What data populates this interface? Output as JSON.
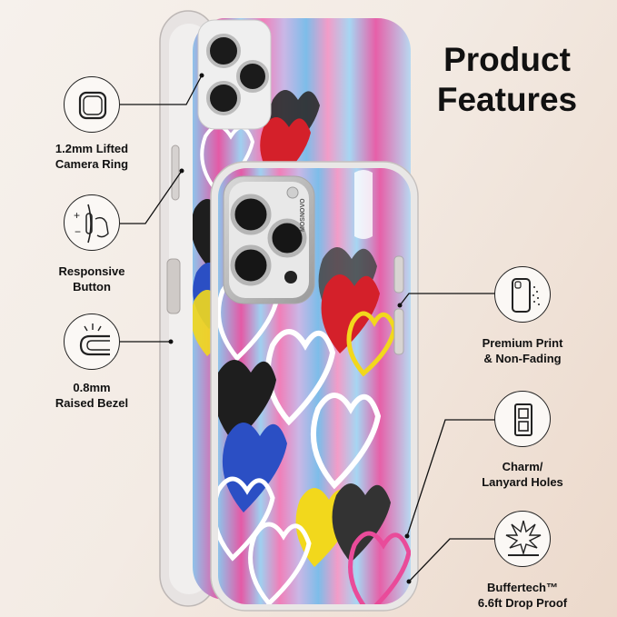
{
  "title": {
    "line1": "Product",
    "line2": "Features"
  },
  "features_left": [
    {
      "icon": "camera-ring-icon",
      "label": "1.2mm Lifted\nCamera Ring"
    },
    {
      "icon": "button-icon",
      "label": "Responsive\nButton"
    },
    {
      "icon": "bezel-icon",
      "label": "0.8mm\nRaised Bezel"
    }
  ],
  "features_right": [
    {
      "icon": "print-icon",
      "label": "Premium Print\n& Non-Fading"
    },
    {
      "icon": "lanyard-hole-icon",
      "label": "Charm/\nLanyard Holes"
    },
    {
      "icon": "drop-proof-icon",
      "label": "Buffertech™\n6.6ft Drop Proof"
    }
  ],
  "brand_mark": "MOSNOVO",
  "colors": {
    "background": "#f3ebe4",
    "icon_stroke": "#222222",
    "heart_colors": [
      "#ffffff",
      "#1b1b1b",
      "#d4202a",
      "#f2d81c",
      "#2b4fc4",
      "#e94b9a",
      "#7fc4ea"
    ]
  }
}
